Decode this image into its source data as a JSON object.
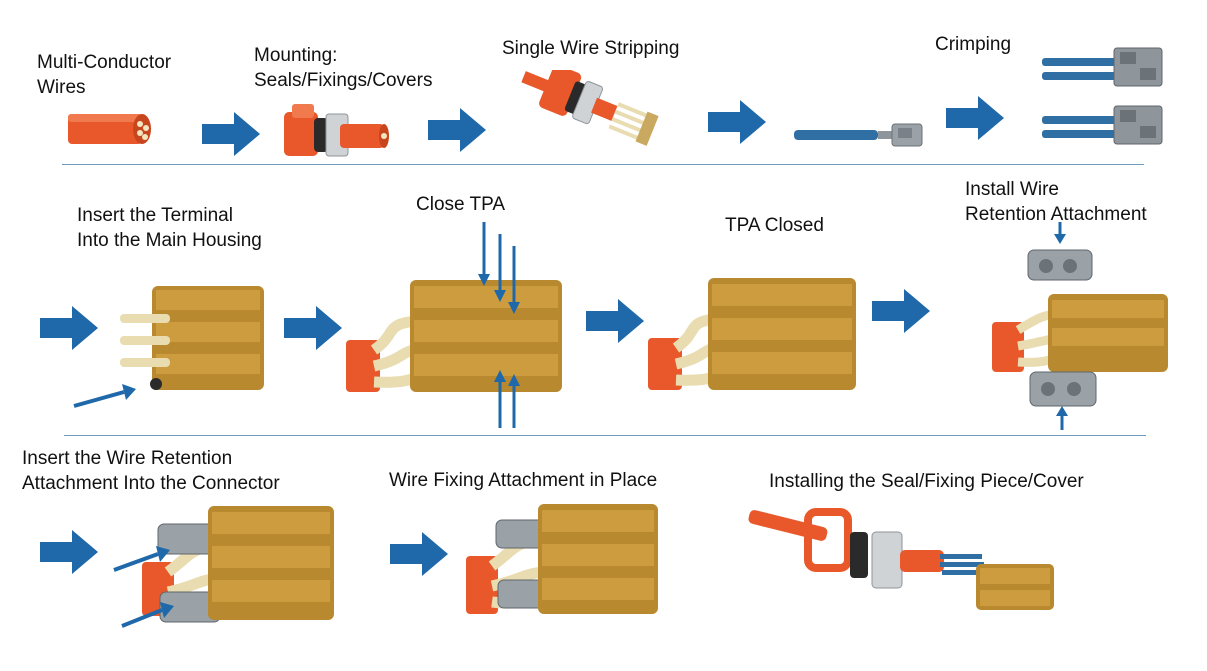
{
  "colors": {
    "arrow": "#1f68a9",
    "orange": "#e8582a",
    "connector_gold": "#b8892f",
    "wire_cream": "#e8dcb0",
    "wire_blue": "#2f6fa3",
    "terminal_grey": "#8e959b",
    "divider": "#6f9cc2"
  },
  "steps": {
    "s1": "Multi-Conductor\nWires",
    "s2": "Mounting:\nSeals/Fixings/Covers",
    "s3": "Single Wire Stripping",
    "s4": "Crimping",
    "s5": "Insert the Terminal\nInto the Main Housing",
    "s6": "Close TPA",
    "s7": "TPA Closed",
    "s8": "Install Wire\nRetention Attachment",
    "s9": "Insert the Wire Retention\nAttachment Into the Connector",
    "s10": "Wire Fixing Attachment in Place",
    "s11": "Installing the Seal/Fixing Piece/Cover"
  },
  "icons": [
    "flow-arrow-icon",
    "insertion-arrow-icon"
  ]
}
